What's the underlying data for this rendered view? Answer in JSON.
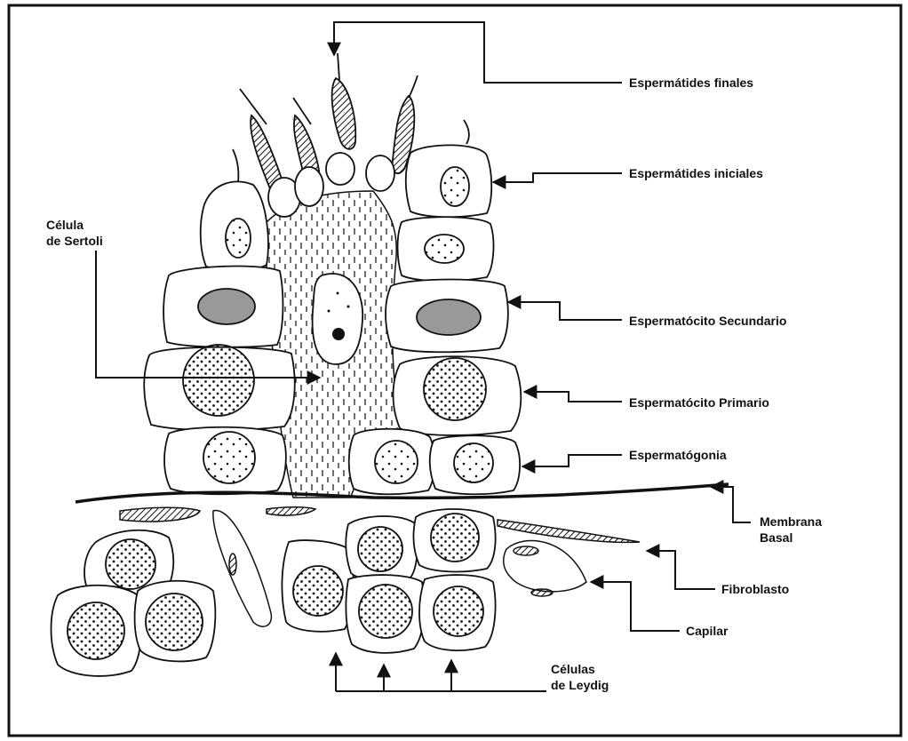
{
  "diagram": {
    "labels": {
      "espermatides_finales": "Espermátides finales",
      "espermatides_iniciales": "Espermátides iniciales",
      "celula_sertoli_line1": "Célula",
      "celula_sertoli_line2": "de Sertoli",
      "espermatocito_secundario": "Espermatócito Secundario",
      "espermatocito_primario": "Espermatócito Primario",
      "espermatogonia": "Espermatógonia",
      "membrana_basal_line1": "Membrana",
      "membrana_basal_line2": "Basal",
      "fibroblasto": "Fibroblasto",
      "capilar": "Capilar",
      "celulas_leydig_line1": "Células",
      "celulas_leydig_line2": "de Leydig"
    }
  }
}
